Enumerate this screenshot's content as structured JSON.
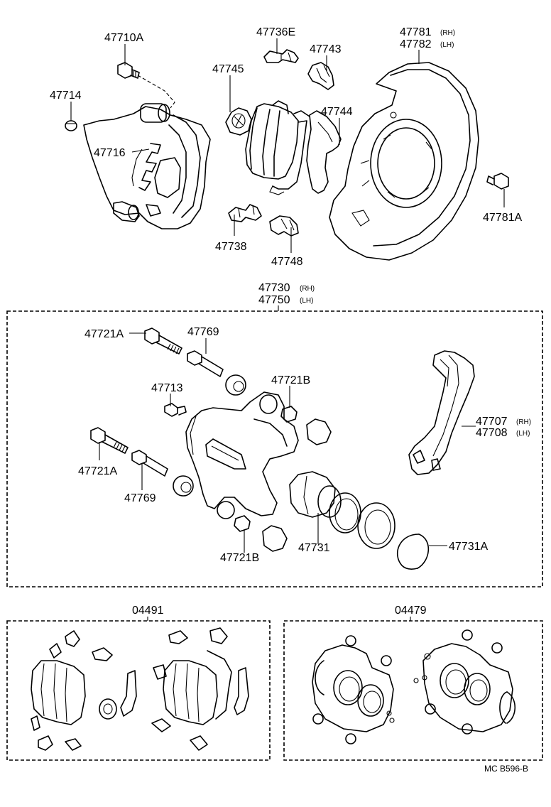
{
  "callouts": {
    "c47710A": "47710A",
    "c47714": "47714",
    "c47716": "47716",
    "c47736E": "47736E",
    "c47743": "47743",
    "c47745": "47745",
    "c47744": "47744",
    "c47781": "47781",
    "c47782": "47782",
    "c47781A": "47781A",
    "c47738": "47738",
    "c47748": "47748",
    "c47730": "47730",
    "c47750": "47750",
    "c47721A_top": "47721A",
    "c47769_top": "47769",
    "c47713": "47713",
    "c47721B_top": "47721B",
    "c47721A_bot": "47721A",
    "c47769_bot": "47769",
    "c47707": "47707",
    "c47708": "47708",
    "c47721B_bot": "47721B",
    "c47731": "47731",
    "c47731A": "47731A",
    "c04491": "04491",
    "c04479": "04479"
  },
  "suffixes": {
    "rh": "(RH)",
    "lh": "(LH)"
  },
  "footer": {
    "code": "MC  B596-B"
  }
}
